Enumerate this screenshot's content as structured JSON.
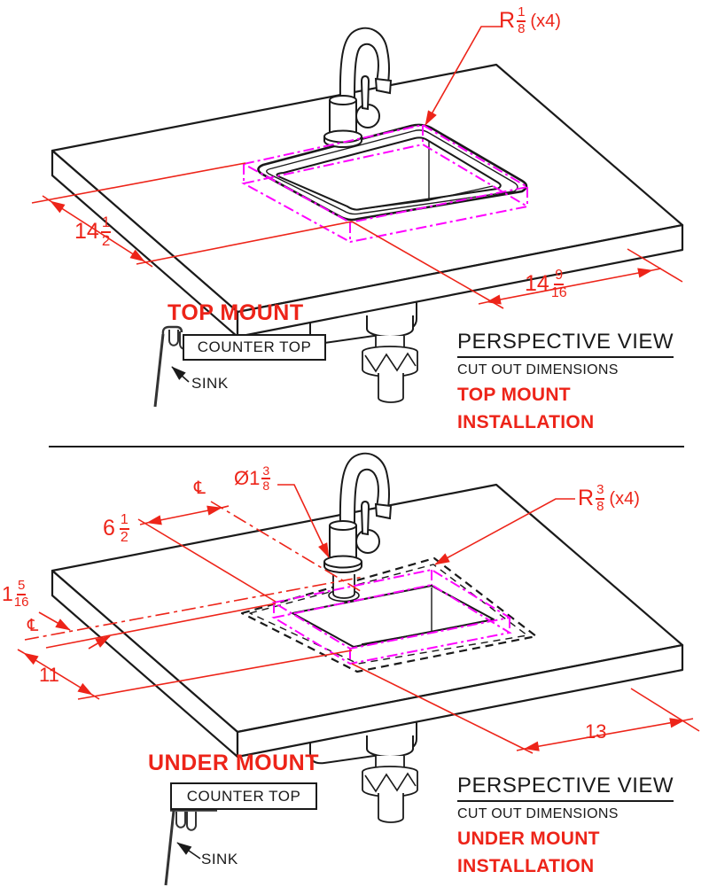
{
  "palette": {
    "red": "#ED2419",
    "magenta": "#FF00FF",
    "line_black": "#1A1A1A"
  },
  "top_view": {
    "radius_label": {
      "prefix": "R",
      "num": "1",
      "den": "8",
      "suffix": "(x4)"
    },
    "width_dim": {
      "whole": "14",
      "num": "1",
      "den": "2"
    },
    "depth_dim": {
      "whole": "14",
      "num": "9",
      "den": "16"
    },
    "mount_heading": "TOP MOUNT",
    "detail": {
      "counter_label": "COUNTER TOP",
      "sink_label": "SINK"
    },
    "caption": {
      "title": "PERSPECTIVE VIEW",
      "subtitle": "CUT OUT DIMENSIONS",
      "mount_line1": "TOP MOUNT",
      "mount_line2": "INSTALLATION"
    }
  },
  "under_view": {
    "radius_label": {
      "prefix": "R",
      "num": "3",
      "den": "8",
      "suffix": "(x4)"
    },
    "hole_dim": {
      "prefix": "Ø1",
      "num": "3",
      "den": "8"
    },
    "center_offset_dim": {
      "whole": "6",
      "num": "1",
      "den": "2"
    },
    "edge_offset_dim": {
      "whole": "1",
      "num": "5",
      "den": "16"
    },
    "cutout_depth_dim": "11",
    "cutout_width_dim": "13",
    "centerline_symbol_1": "℄",
    "centerline_symbol_2": "℄",
    "mount_heading": "UNDER MOUNT",
    "detail": {
      "counter_label": "COUNTER TOP",
      "sink_label": "SINK"
    },
    "caption": {
      "title": "PERSPECTIVE VIEW",
      "subtitle": "CUT OUT DIMENSIONS",
      "mount_line1": "UNDER MOUNT",
      "mount_line2": "INSTALLATION"
    }
  }
}
